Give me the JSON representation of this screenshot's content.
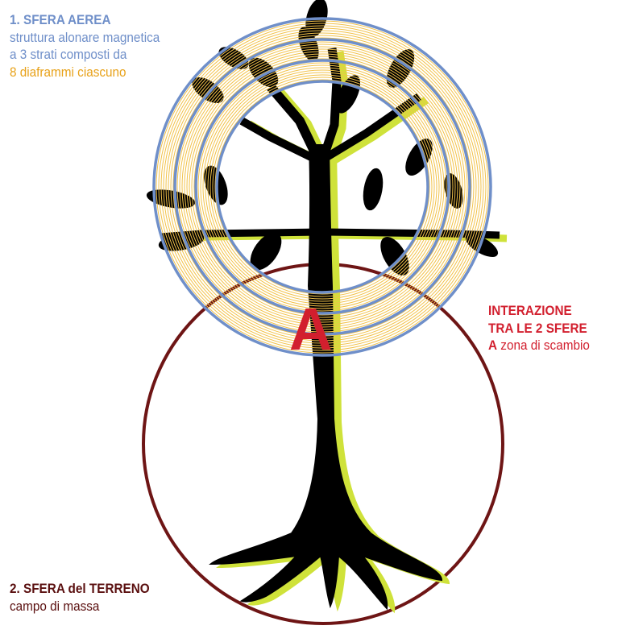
{
  "colors": {
    "aerial_text": "#6f8fc9",
    "aerial_ring": "#6f8fc9",
    "diaphragm": "#f2c24a",
    "diaphragm_text": "#e8a21a",
    "ground_ring": "#6e1515",
    "ground_text": "#5a0f0f",
    "interaction_text": "#d21f2e",
    "tree": "#000000",
    "tree_glow": "#cfe23a"
  },
  "aerial_sphere": {
    "title": "1. SFERA AEREA",
    "line1": "struttura alonare magnetica",
    "line2": "a 3 strati composti da",
    "line3": "8 diaframmi ciascuno",
    "ring_count": 3,
    "diaphragms_per_layer": 8
  },
  "interaction": {
    "title_line1": "INTERAZIONE",
    "title_line2": "TRA LE 2 SFERE",
    "zone_letter": "A",
    "zone_text": " zona di scambio"
  },
  "ground_sphere": {
    "title_prefix": "2. SFERA ",
    "title_del": "del",
    "title_suffix": " TERRENO",
    "subtitle": "campo di massa"
  },
  "icons": [
    "tree-icon"
  ]
}
